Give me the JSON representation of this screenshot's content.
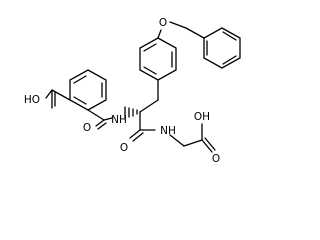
{
  "molecule": {
    "atom_labels": {
      "carboxylic_acid_oh": "HO",
      "amide_carbonyl_o_1": "O",
      "amide_nh_1": "N",
      "amide_h_1": "H",
      "amide_carbonyl_o_2": "O",
      "amide_nh_2": "N",
      "amide_h_2": "H",
      "glycine_acid_oh": "OH",
      "glycine_acid_o": "O",
      "ether_o": "O"
    },
    "colors": {
      "bond": "#000000",
      "background": "#ffffff"
    }
  }
}
